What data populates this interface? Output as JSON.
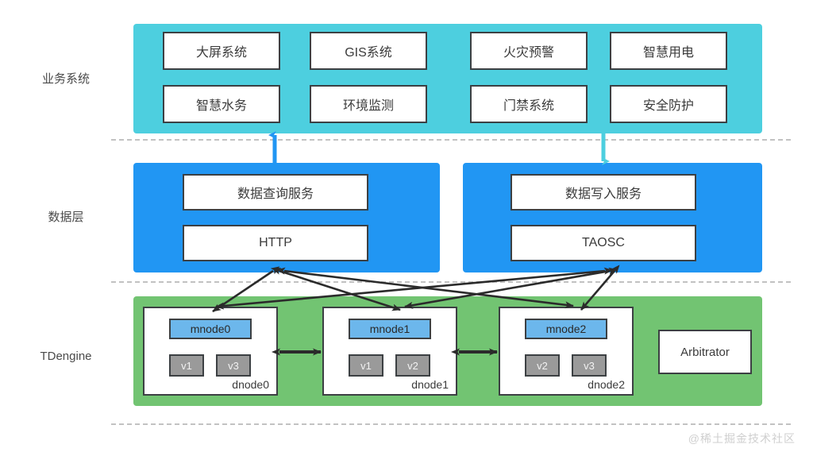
{
  "rows": [
    {
      "key": "business",
      "label": "业务系统"
    },
    {
      "key": "data",
      "label": "数据层"
    },
    {
      "key": "tdengine",
      "label": "TDengine"
    }
  ],
  "business_systems": {
    "row1": [
      "大屏系统",
      "GIS系统",
      "火灾预警",
      "智慧用电"
    ],
    "row2": [
      "智慧水务",
      "环境监测",
      "门禁系统",
      "安全防护"
    ]
  },
  "data_layer": {
    "query": {
      "service": "数据查询服务",
      "protocol": "HTTP"
    },
    "write": {
      "service": "数据写入服务",
      "protocol": "TAOSC"
    }
  },
  "tdengine": {
    "dnodes": [
      {
        "name": "dnode0",
        "mnode": "mnode0",
        "vnodes": [
          "v1",
          "v3"
        ]
      },
      {
        "name": "dnode1",
        "mnode": "mnode1",
        "vnodes": [
          "v1",
          "v2"
        ]
      },
      {
        "name": "dnode2",
        "mnode": "mnode2",
        "vnodes": [
          "v2",
          "v3"
        ]
      }
    ],
    "arbitrator": "Arbitrator"
  },
  "colors": {
    "business_panel": "#4dcfdf",
    "data_panel": "#2196f3",
    "tdengine_panel": "#72c472",
    "mnode": "#6cb7ec",
    "vnode": "#9a9a9a",
    "arrow": "#2b2b2b",
    "separator": "#c2c2c2",
    "arrow_up": "#2196f3",
    "arrow_down": "#4dcfdf"
  },
  "watermark": "@稀土掘金技术社区"
}
